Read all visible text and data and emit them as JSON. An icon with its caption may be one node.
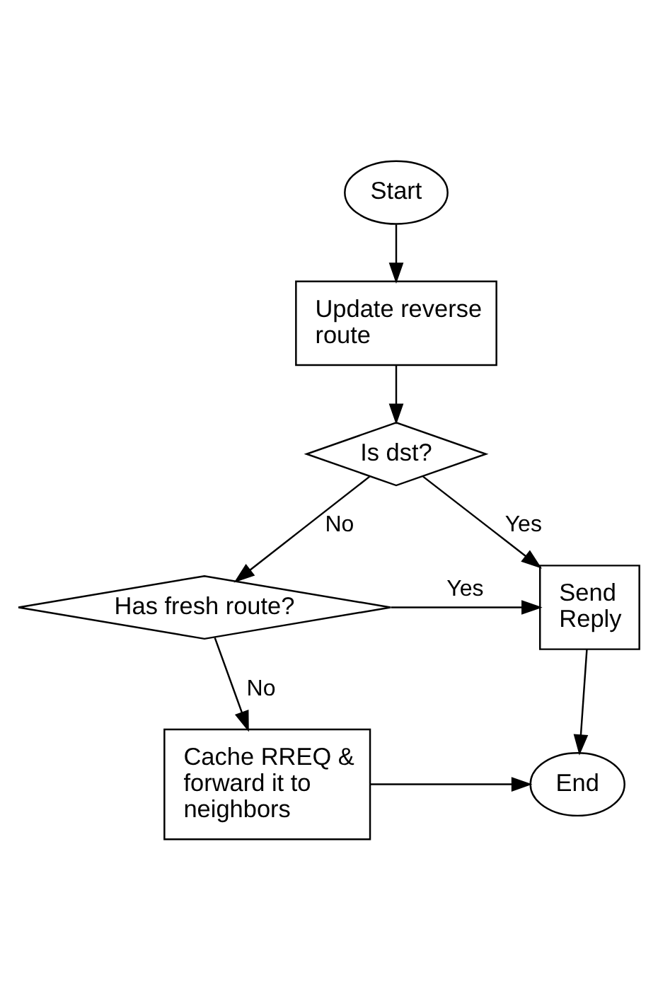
{
  "diagram": {
    "nodes": [
      {
        "text": [
          "Start"
        ]
      },
      {
        "text": [
          "Update reverse route"
        ]
      },
      {
        "text": [
          "Is dst?"
        ]
      },
      {
        "text": [
          "Has fresh route?"
        ]
      },
      {
        "text": [
          "Send Reply"
        ]
      },
      {
        "text": [
          "Cache RREQ & forward it to neighbors"
        ]
      },
      {
        "text": [
          "End"
        ]
      }
    ],
    "edges": [
      {
        "from": 0,
        "to": 1,
        "arrow": "to"
      },
      {
        "from": 1,
        "to": 2,
        "arrow": "to"
      },
      {
        "from": 2,
        "to": 4,
        "arrow": "to",
        "label": "Yes"
      },
      {
        "from": 2,
        "to": 3,
        "arrow": "to",
        "label": "No"
      },
      {
        "from": 3,
        "to": 4,
        "arrow": "to",
        "label": "Yes"
      },
      {
        "from": 3,
        "to": 5,
        "arrow": "to",
        "label": "No"
      },
      {
        "from": 4,
        "to": 6,
        "arrow": "to"
      },
      {
        "from": 5,
        "to": 6,
        "arrow": "to"
      }
    ]
  }
}
